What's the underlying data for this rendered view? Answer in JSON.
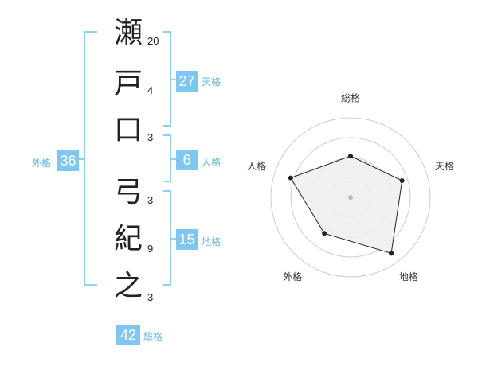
{
  "name": {
    "characters": [
      {
        "char": "瀬",
        "strokes": "20"
      },
      {
        "char": "戸",
        "strokes": "4"
      },
      {
        "char": "口",
        "strokes": "3"
      },
      {
        "char": "弓",
        "strokes": "3"
      },
      {
        "char": "紀",
        "strokes": "9"
      },
      {
        "char": "之",
        "strokes": "3"
      }
    ]
  },
  "fortunes": {
    "tenkaku": {
      "value": "27",
      "label": "天格"
    },
    "jinkaku": {
      "value": "6",
      "label": "人格"
    },
    "chikaku": {
      "value": "15",
      "label": "地格"
    },
    "gaikaku": {
      "value": "36",
      "label": "外格"
    },
    "soukaku": {
      "value": "42",
      "label": "総格"
    }
  },
  "colors": {
    "accent": "#7ec7f2",
    "accent_text": "#5bb2e6",
    "bracket": "#8fd0f5",
    "radar_fill": "#efefef",
    "radar_grid": "#cccccc",
    "radar_line": "#222222"
  },
  "chart_data": {
    "type": "radar",
    "axes": [
      "総格",
      "天格",
      "地格",
      "外格",
      "人格"
    ],
    "values": [
      0.52,
      0.68,
      0.87,
      0.56,
      0.79
    ],
    "rlim": [
      0,
      1
    ],
    "rings": 4
  }
}
